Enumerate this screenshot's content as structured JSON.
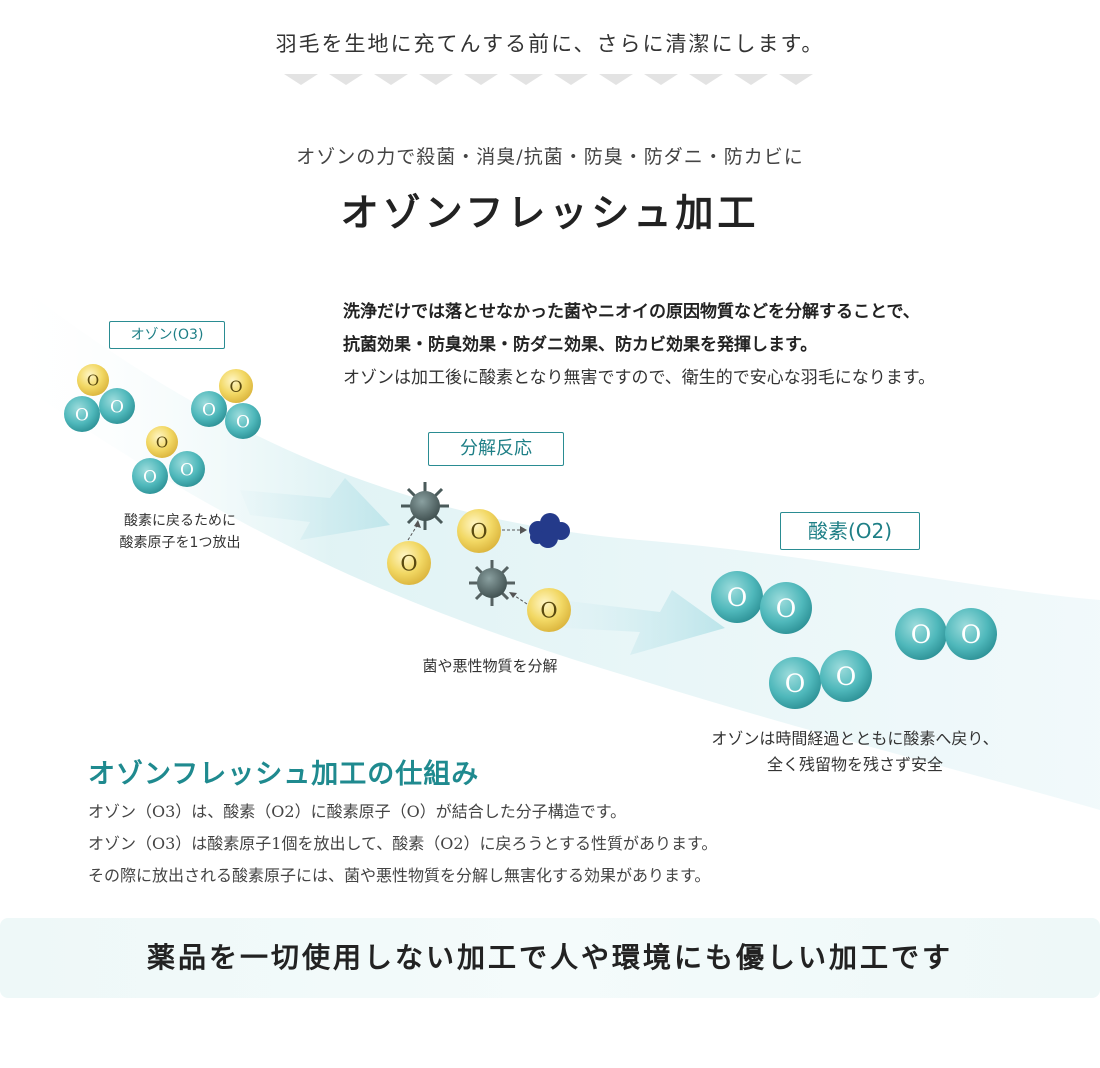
{
  "intro": "羽毛を生地に充てんする前に、さらに清潔にします。",
  "subtitle": "オゾンの力で殺菌・消臭/抗菌・防臭・防ダニ・防カビに",
  "title": "オゾンフレッシュ加工",
  "description": {
    "line1": "洗浄だけでは落とせなかった菌やニオイの原因物質などを分解することで、",
    "line2": "抗菌効果・防臭効果・防ダニ効果、防カビ効果を発揮します。",
    "line3": "オゾンは加工後に酸素となり無害ですので、衛生的で安心な羽毛になります。"
  },
  "diagram": {
    "ozone_label": "オゾン(O3)",
    "ozone_caption_line1": "酸素に戻るために",
    "ozone_caption_line2": "酸素原子を1つ放出",
    "decomp_label": "分解反応",
    "decomp_caption": "菌や悪性物質を分解",
    "oxygen_label": "酸素(O2)",
    "oxygen_caption_line1": "オゾンは時間経過とともに酸素へ戻り、",
    "oxygen_caption_line2": "全く残留物を残さず安全",
    "atom_letter": "O"
  },
  "mechanism": {
    "title": "オゾンフレッシュ加工の仕組み",
    "line1": "オゾン（O3）は、酸素（O2）に酸素原子（O）が結合した分子構造です。",
    "line2": "オゾン（O3）は酸素原子1個を放出して、酸素（O2）に戻ろうとする性質があります。",
    "line3": "その際に放出される酸素原子には、菌や悪性物質を分解し無害化する効果があります。"
  },
  "banner": "薬品を一切使用しない加工で人や環境にも優しい加工です",
  "colors": {
    "teal": "#1f8a8f",
    "teal_atom": "#4fb8bb",
    "yellow_atom": "#f0d35a",
    "germ": "#4a5a5a",
    "virus_blob": "#243a8a"
  }
}
